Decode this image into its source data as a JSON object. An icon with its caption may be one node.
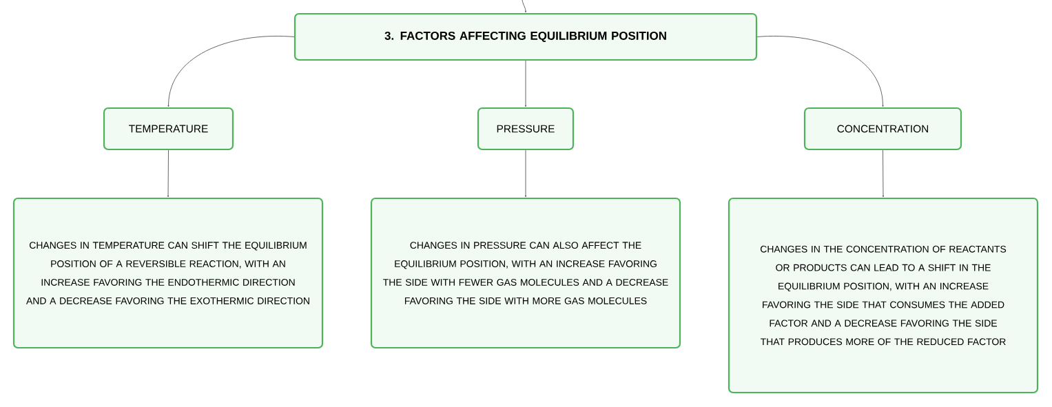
{
  "diagram": {
    "nodes": [
      {
        "text": [
          "3. FACTORS AFFECTING EQUILIBRIUM POSITION"
        ]
      },
      {
        "text": [
          "TEMPERATURE"
        ]
      },
      {
        "text": [
          "PRESSURE"
        ]
      },
      {
        "text": [
          "CONCENTRATION"
        ]
      },
      {
        "text": [
          "CHANGES IN TEMPERATURE CAN SHIFT THE EQUILIBRIUM POSITION OF A REVERSIBLE REACTION, WITH AN INCREASE FAVORING THE ENDOTHERMIC DIRECTION AND A DECREASE FAVORING THE EXOTHERMIC DIRECTION"
        ]
      },
      {
        "text": [
          "CHANGES IN PRESSURE CAN ALSO AFFECT THE EQUILIBRIUM POSITION, WITH AN INCREASE FAVORING THE SIDE WITH FEWER GAS MOLECULES AND A DECREASE FAVORING THE SIDE WITH MORE GAS MOLECULES"
        ]
      },
      {
        "text": [
          "CHANGES IN THE CONCENTRATION OF REACTANTS OR PRODUCTS CAN LEAD TO A SHIFT IN THE EQUILIBRIUM POSITION, WITH AN INCREASE FAVORING THE SIDE THAT CONSUMES THE ADDED FACTOR AND A DECREASE FAVORING THE SIDE THAT PRODUCES MORE OF THE REDUCED FACTOR"
        ]
      }
    ],
    "edges": [
      {
        "from": null,
        "to": 0,
        "arrow": "to"
      },
      {
        "from": 0,
        "to": 1,
        "arrow": "to"
      },
      {
        "from": 0,
        "to": 2,
        "arrow": "to"
      },
      {
        "from": 0,
        "to": 3,
        "arrow": "to"
      },
      {
        "from": 1,
        "to": 4,
        "arrow": "to"
      },
      {
        "from": 2,
        "to": 5,
        "arrow": "to"
      },
      {
        "from": 3,
        "to": 6,
        "arrow": "to"
      }
    ]
  }
}
